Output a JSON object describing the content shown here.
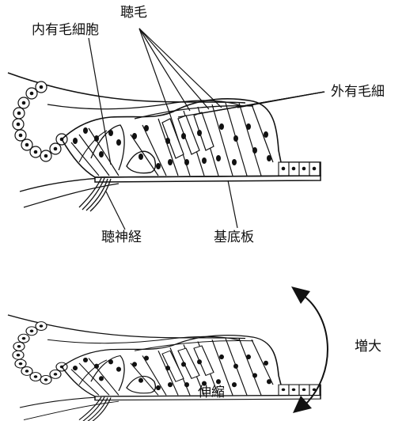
{
  "labels": {
    "inner_hair_cell": "内有毛細胞",
    "stereocilia": "聴毛",
    "outer_hair_cell": "外有毛細",
    "auditory_nerve": "聴神経",
    "basilar_membrane": "基底板",
    "increase": "増大",
    "expand_contract": "伸縮"
  },
  "colors": {
    "ink": "#111111",
    "paper": "#ffffff"
  }
}
